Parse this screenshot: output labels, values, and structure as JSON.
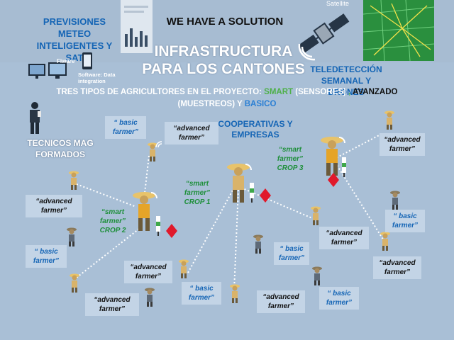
{
  "header": {
    "meteo_text": "PREVISIONES METEO INTELIGENTES Y SAT",
    "fiware_label": "Fiware",
    "software_label": "Software: Data integration",
    "solution_heading": "WE HAVE A SOLUTION",
    "main_title_line1": "INFRASTRUCTURA",
    "main_title_line2": "PARA LOS CANTONES",
    "satellite_label": "Satellite",
    "remote_sensing": "TELEDETECCIÓN SEMANAL Y DRONES"
  },
  "subtitle": {
    "prefix": "TRES TIPOS DE AGRICULTORES EN EL PROYECTO: ",
    "smart": "SMART",
    "smart_note": " (SENSORES) ",
    "comma": ", ",
    "advanced": "AVANZADO",
    "line2_note": "(MUESTREOS) Y ",
    "basic": "BASICO"
  },
  "sections": {
    "tecnicos": "TECNICOS MAG FORMADOS",
    "cooperativas": "COOPERATIVAS Y EMPRESAS"
  },
  "labels": {
    "basic": "“ basic farmer”",
    "advanced": "“advanced farmer”",
    "smart1": "“smart farmer” CROP 1",
    "smart2": "“smart farmer” CROP 2",
    "smart3": "“smart farmer” CROP 3"
  },
  "colors": {
    "background": "#a9bfd6",
    "accent_blue": "#1565b5",
    "smart_green": "#1e8f3a",
    "diamond_red": "#e0192b",
    "label_bg": "#c3d4e6"
  },
  "icons": [
    "person-icon",
    "farmer-icon",
    "smart-farmer-icon",
    "wifi-signal-icon",
    "sensor-icon",
    "diamond-icon",
    "satellite-icon",
    "monitor-icon",
    "phone-icon",
    "map-thumbnail"
  ]
}
